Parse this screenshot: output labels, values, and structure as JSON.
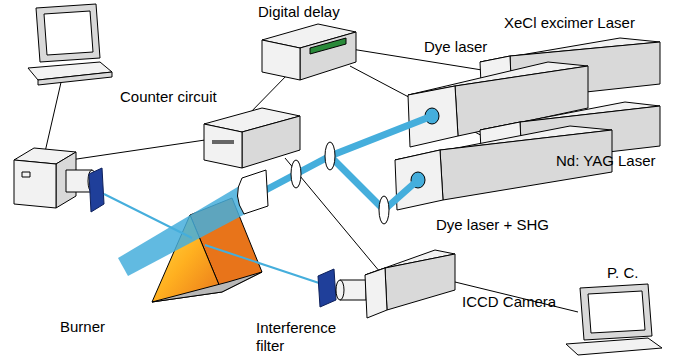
{
  "diagram": {
    "labels": [
      "Digital delay",
      "XeCl excimer Laser",
      "Dye laser",
      "Counter circuit",
      "Nd: YAG Laser",
      "Dye laser + SHG",
      "P. C.",
      "ICCD Camera",
      "Burner",
      "Interference filter"
    ]
  }
}
